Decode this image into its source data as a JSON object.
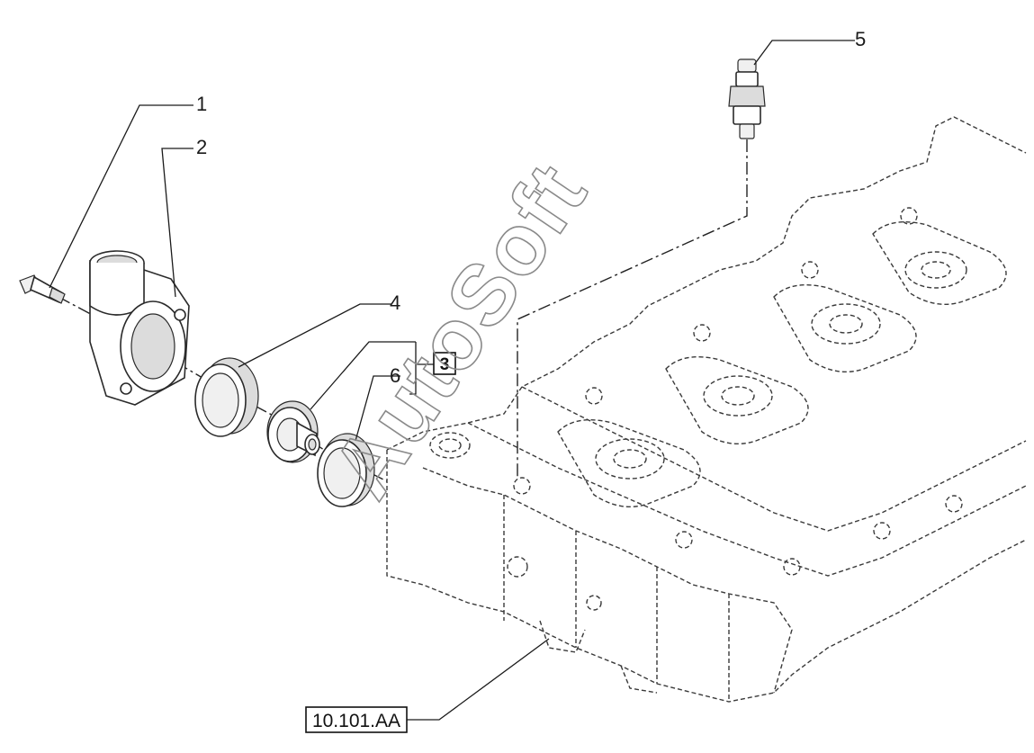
{
  "callouts": {
    "c1": "1",
    "c2": "2",
    "c3": "3",
    "c4": "4",
    "c5": "5",
    "c6": "6"
  },
  "reference_box": "10.101.AA",
  "watermark": "AutoSoft",
  "colors": {
    "background": "#ffffff",
    "line": "#2a2a2a",
    "watermark": "#8a8a8a"
  }
}
